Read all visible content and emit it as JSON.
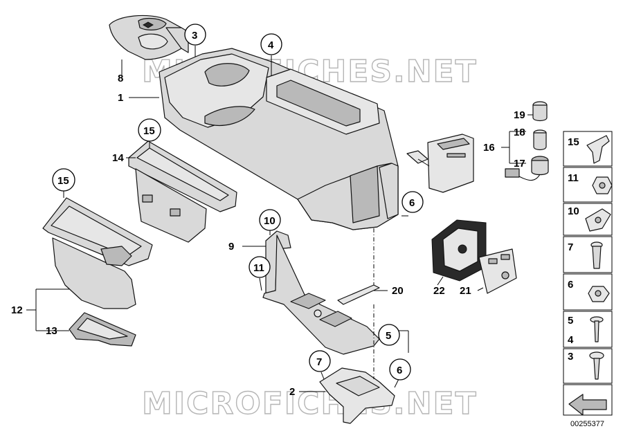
{
  "watermarks": [
    "MICROFICHES.NET",
    "MICROFICHES.NET"
  ],
  "document_number": "00255377",
  "callouts": {
    "c1": "1",
    "c2": "2",
    "c3": "3",
    "c4": "4",
    "c5": "5",
    "c6a": "6",
    "c6b": "6",
    "c7": "7",
    "c8": "8",
    "c9": "9",
    "c10": "10",
    "c11": "11",
    "c12": "12",
    "c13": "13",
    "c14": "14",
    "c15a": "15",
    "c15b": "15",
    "c16": "16",
    "c17": "17",
    "c18": "18",
    "c19": "19",
    "c20": "20",
    "c21": "21",
    "c22": "22"
  },
  "legend": {
    "r15": "15",
    "r11": "11",
    "r10": "10",
    "r7": "7",
    "r6": "6",
    "r5": "5",
    "r4": "4",
    "r3": "3"
  }
}
